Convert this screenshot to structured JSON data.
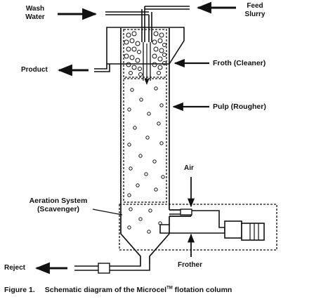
{
  "labels": {
    "wash_water_line1": "Wash",
    "wash_water_line2": "Water",
    "feed_slurry_line1": "Feed",
    "feed_slurry_line2": "Slurry",
    "product": "Product",
    "froth": "Froth (Cleaner)",
    "pulp": "Pulp (Rougher)",
    "air": "Air",
    "aeration_line1": "Aeration System",
    "aeration_line2": "(Scavenger)",
    "reject": "Reject",
    "frother": "Frother"
  },
  "caption": {
    "number": "Figure 1.",
    "text_before": "Schematic diagram of the Microcel",
    "trademark": "TM",
    "text_after": " flotation column"
  }
}
